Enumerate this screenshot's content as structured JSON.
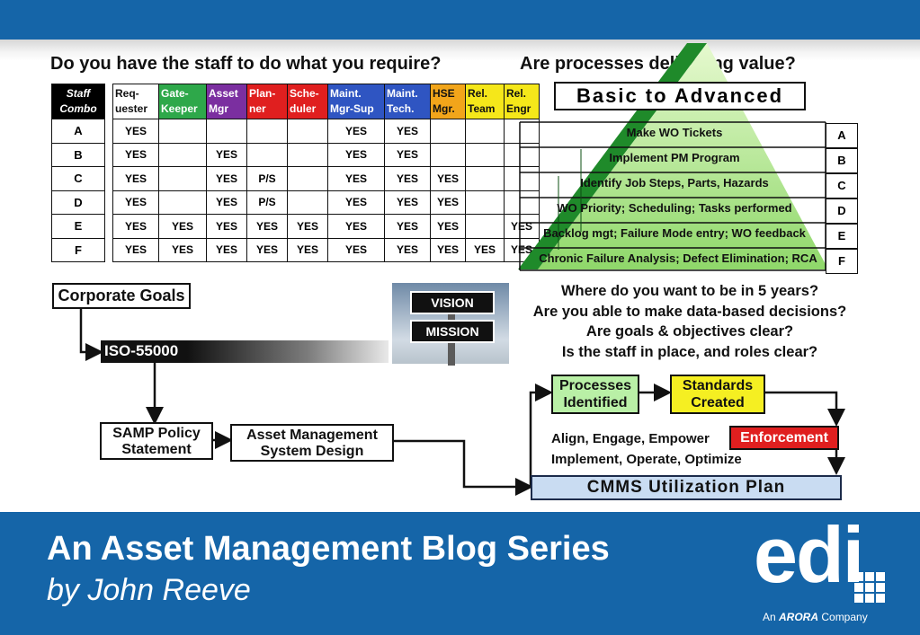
{
  "headings": {
    "staff": "Do you have the staff to do what you require?",
    "processes": "Are processes delivering value?"
  },
  "combo": {
    "header_line1": "Staff",
    "header_line2": "Combo",
    "rows": [
      "A",
      "B",
      "C",
      "D",
      "E",
      "F"
    ]
  },
  "staff": {
    "columns": [
      {
        "l1": "Req-",
        "l2": "uester",
        "color": "#ffffff",
        "text": "#111111"
      },
      {
        "l1": "Gate-",
        "l2": "Keeper",
        "color": "#2ea84a",
        "text": "#ffffff"
      },
      {
        "l1": "Asset",
        "l2": "Mgr",
        "color": "#7b2fa0",
        "text": "#ffffff"
      },
      {
        "l1": "Plan-",
        "l2": "ner",
        "color": "#e01f1f",
        "text": "#ffffff"
      },
      {
        "l1": "Sche-",
        "l2": "duler",
        "color": "#e01f1f",
        "text": "#ffffff"
      },
      {
        "l1": "Maint.",
        "l2": "Mgr-Sup",
        "color": "#2f55c2",
        "text": "#ffffff"
      },
      {
        "l1": "Maint.",
        "l2": "Tech.",
        "color": "#2f55c2",
        "text": "#ffffff"
      },
      {
        "l1": "HSE",
        "l2": "Mgr.",
        "color": "#f2a51a",
        "text": "#111111"
      },
      {
        "l1": "Rel.",
        "l2": "Team",
        "color": "#f5e71a",
        "text": "#111111"
      },
      {
        "l1": "Rel.",
        "l2": "Engr",
        "color": "#f5e71a",
        "text": "#111111"
      }
    ],
    "rows": [
      [
        "YES",
        "",
        "",
        "",
        "",
        "YES",
        "YES",
        "",
        "",
        ""
      ],
      [
        "YES",
        "",
        "YES",
        "",
        "",
        "YES",
        "YES",
        "",
        "",
        ""
      ],
      [
        "YES",
        "",
        "YES",
        "P/S",
        "",
        "YES",
        "YES",
        "YES",
        "",
        ""
      ],
      [
        "YES",
        "",
        "YES",
        "P/S",
        "",
        "YES",
        "YES",
        "YES",
        "",
        ""
      ],
      [
        "YES",
        "YES",
        "YES",
        "YES",
        "YES",
        "YES",
        "YES",
        "YES",
        "",
        "YES"
      ],
      [
        "YES",
        "YES",
        "YES",
        "YES",
        "YES",
        "YES",
        "YES",
        "YES",
        "YES",
        "YES"
      ]
    ]
  },
  "pyramid": {
    "title": "Basic to Advanced",
    "levels": [
      {
        "label": "Make WO Tickets",
        "letter": "A"
      },
      {
        "label": "Implement PM Program",
        "letter": "B"
      },
      {
        "label": "Identify Job Steps, Parts, Hazards",
        "letter": "C"
      },
      {
        "label": "WO Priority; Scheduling; Tasks performed",
        "letter": "D"
      },
      {
        "label": "Backlog mgt; Failure Mode entry; WO feedback",
        "letter": "E"
      },
      {
        "label": "Chronic Failure Analysis; Defect Elimination; RCA",
        "letter": "F"
      }
    ]
  },
  "questions": [
    "Where do you want to be in 5 years?",
    "Are you able to make data-based decisions?",
    "Are goals & objectives clear?",
    "Is the staff in place, and roles clear?"
  ],
  "flow": {
    "corporate_goals": "Corporate Goals",
    "iso": "ISO-55000",
    "samp_l1": "SAMP Policy",
    "samp_l2": "Statement",
    "amsd_l1": "Asset Management",
    "amsd_l2": "System Design",
    "processes_l1": "Processes",
    "processes_l2": "Identified",
    "standards_l1": "Standards",
    "standards_l2": "Created",
    "align": "Align, Engage, Empower",
    "implement": "Implement, Operate, Optimize",
    "enforcement": "Enforcement",
    "cmms": "CMMS Utilization Plan"
  },
  "signs": {
    "vision": "VISION",
    "mission": "MISSION"
  },
  "footer": {
    "title": "An Asset Management Blog Series",
    "byline": "by John Reeve",
    "logo": "edi",
    "tagline_pre": "An ",
    "tagline_brand": "ARORA",
    "tagline_post": " Company"
  },
  "colors": {
    "brand_blue": "#1565a8",
    "pyramid_green": "#a8e07a",
    "pyramid_dark_green": "#1f8a2a",
    "enforcement_red": "#e01f1f",
    "standards_yellow": "#f5ef22",
    "processes_green": "#b9f0a6",
    "cmms_blue": "#c9dcf2"
  }
}
